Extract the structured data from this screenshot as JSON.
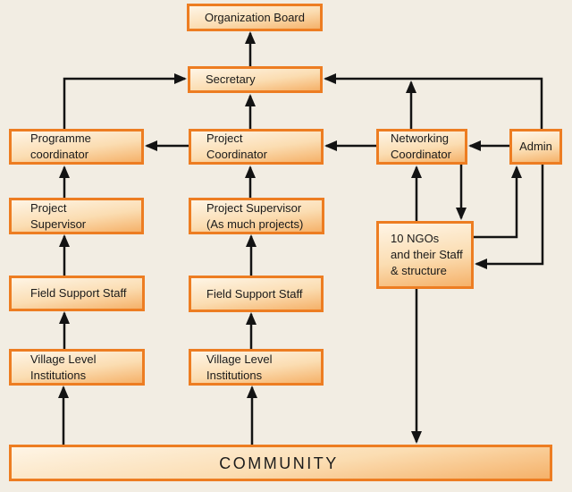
{
  "colors": {
    "page_bg": "#F2EDE3",
    "box_border": "#ED7D22",
    "box_fill_top": "#FEF5E6",
    "box_fill_bottom": "#F5B169",
    "line_color": "#131313",
    "text_color": "#1A1A1A"
  },
  "nodes": {
    "org_board": {
      "lines": [
        "Organization Board"
      ]
    },
    "secretary": {
      "lines": [
        "Secretary"
      ]
    },
    "programme_coordinator": {
      "lines": [
        "Programme",
        "coordinator"
      ]
    },
    "project_coordinator": {
      "lines": [
        "Project",
        "Coordinator"
      ]
    },
    "networking_coordinator": {
      "lines": [
        "Networking",
        "Coordinator"
      ]
    },
    "admin": {
      "lines": [
        "Admin"
      ]
    },
    "project_supervisor_left": {
      "lines": [
        "Project",
        "Supervisor"
      ]
    },
    "project_supervisor_mid": {
      "lines": [
        "Project Supervisor",
        "(As much projects)"
      ]
    },
    "ngos": {
      "lines": [
        "10 NGOs",
        "and their Staff",
        "& structure"
      ]
    },
    "field_support_staff_left": {
      "lines": [
        "Field Support Staff"
      ]
    },
    "field_support_staff_mid": {
      "lines": [
        "Field Support Staff"
      ]
    },
    "village_level_left": {
      "lines": [
        "Village Level",
        "Institutions"
      ]
    },
    "village_level_mid": {
      "lines": [
        "Village Level",
        "Institutions"
      ]
    },
    "community": {
      "lines": [
        "COMMUNITY"
      ]
    }
  }
}
